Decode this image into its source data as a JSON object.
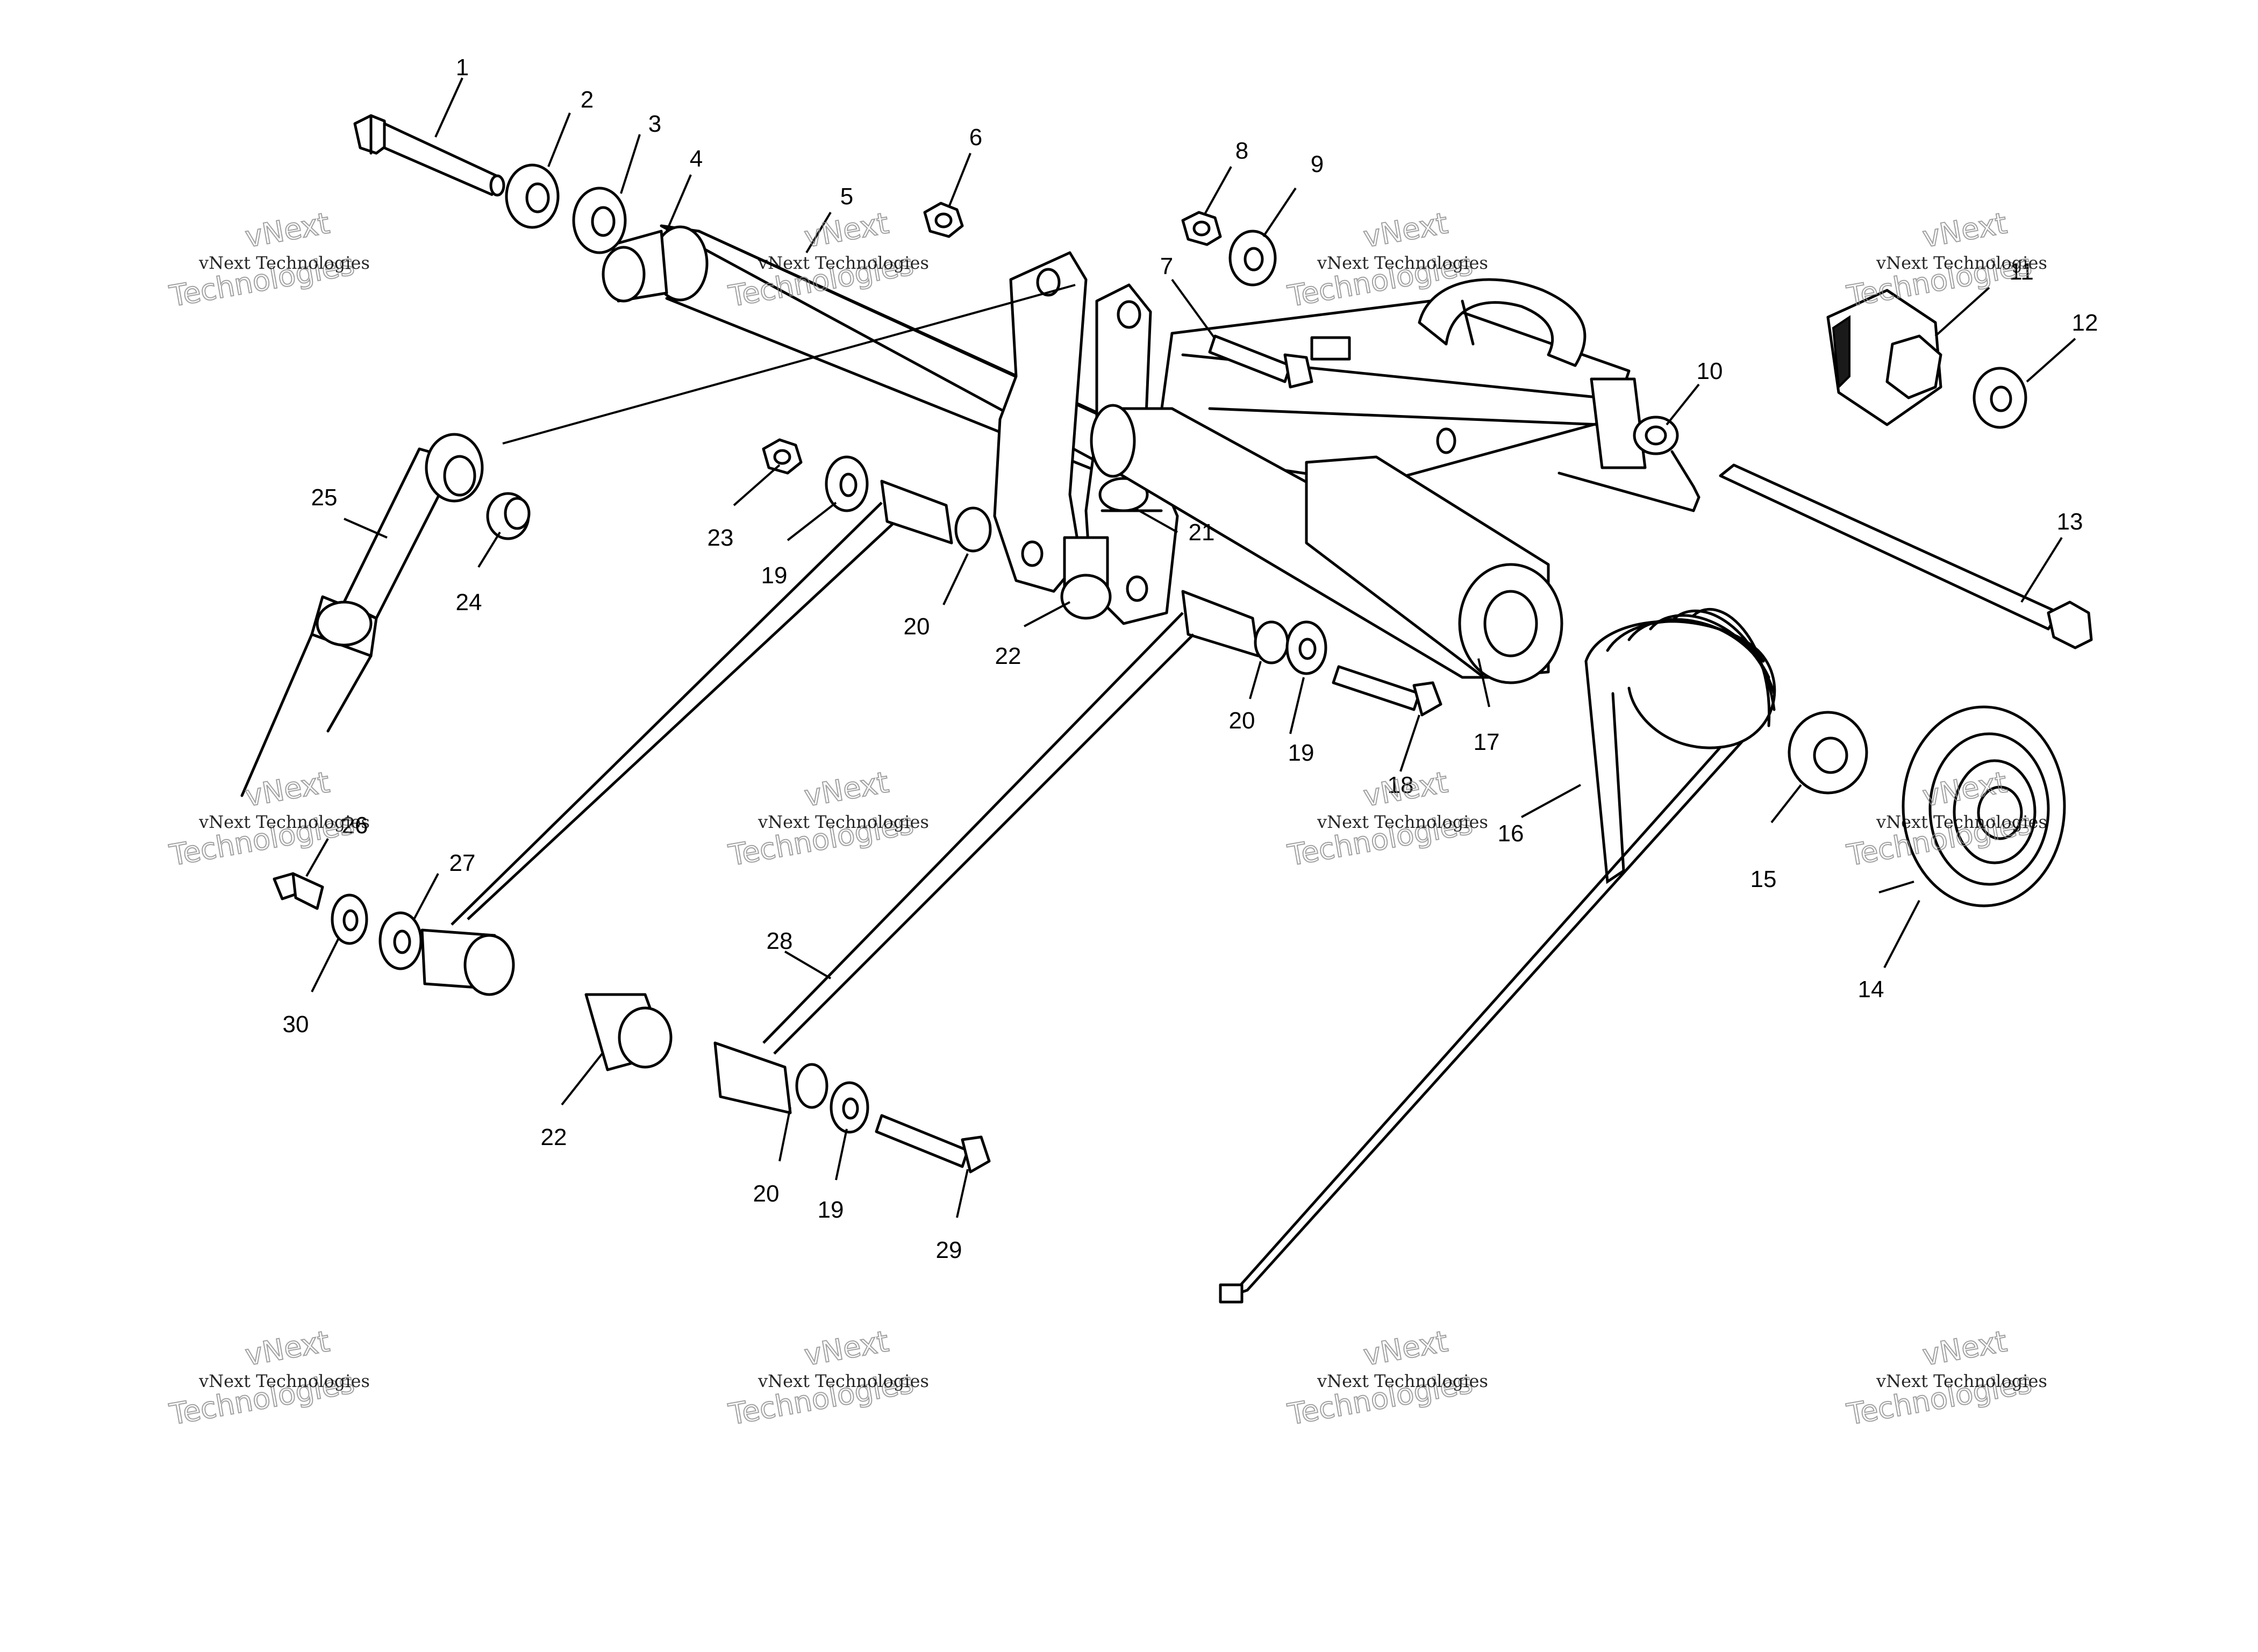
{
  "callouts": [
    {
      "id": "1",
      "text": "1"
    },
    {
      "id": "2",
      "text": "2"
    },
    {
      "id": "3",
      "text": "3"
    },
    {
      "id": "4",
      "text": "4"
    },
    {
      "id": "5",
      "text": "5"
    },
    {
      "id": "6",
      "text": "6"
    },
    {
      "id": "7",
      "text": "7"
    },
    {
      "id": "8",
      "text": "8"
    },
    {
      "id": "9",
      "text": "9"
    },
    {
      "id": "10",
      "text": "10"
    },
    {
      "id": "11",
      "text": "11"
    },
    {
      "id": "12",
      "text": "12"
    },
    {
      "id": "13",
      "text": "13"
    },
    {
      "id": "14",
      "text": "14"
    },
    {
      "id": "15",
      "text": "15"
    },
    {
      "id": "16",
      "text": "16"
    },
    {
      "id": "17",
      "text": "17"
    },
    {
      "id": "18",
      "text": "18"
    },
    {
      "id": "19a",
      "text": "19"
    },
    {
      "id": "19b",
      "text": "19"
    },
    {
      "id": "19c",
      "text": "19"
    },
    {
      "id": "20a",
      "text": "20"
    },
    {
      "id": "20b",
      "text": "20"
    },
    {
      "id": "20c",
      "text": "20"
    },
    {
      "id": "21",
      "text": "21"
    },
    {
      "id": "22a",
      "text": "22"
    },
    {
      "id": "22b",
      "text": "22"
    },
    {
      "id": "23",
      "text": "23"
    },
    {
      "id": "24",
      "text": "24"
    },
    {
      "id": "25",
      "text": "25"
    },
    {
      "id": "26",
      "text": "26"
    },
    {
      "id": "27",
      "text": "27"
    },
    {
      "id": "28",
      "text": "28"
    },
    {
      "id": "29",
      "text": "29"
    },
    {
      "id": "30",
      "text": "30"
    }
  ],
  "watermark": {
    "line1": "vNext Technologies",
    "line2": "vNext",
    "line3": "Technologies"
  },
  "colors": {
    "ink": "#000000",
    "paper": "#ffffff",
    "watermark": "#8a8a8a"
  }
}
